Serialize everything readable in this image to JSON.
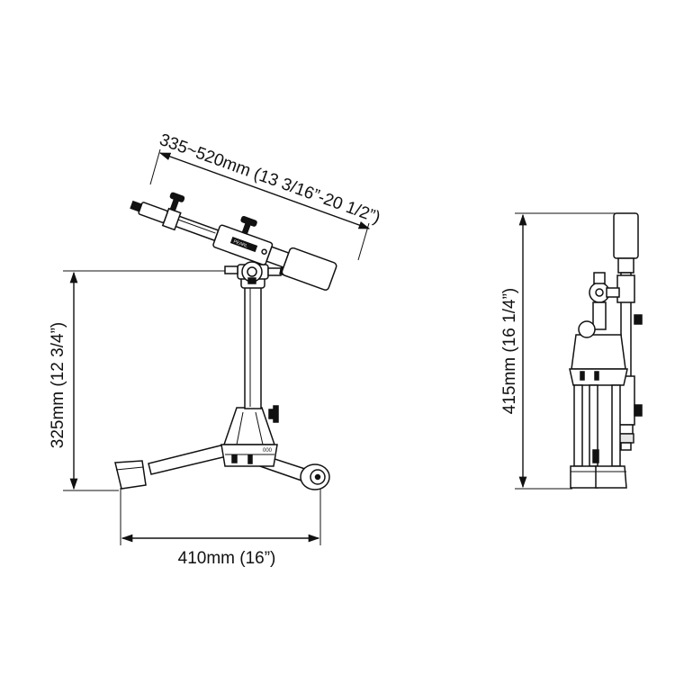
{
  "dimensions": {
    "arm_length": "335~520mm (13 3/16”-20 1/2”)",
    "base_height": "325mm (12 3/4”)",
    "base_width": "410mm (16”)",
    "side_height": "415mm (16 1/4”)"
  },
  "labels": {
    "brand_plate": "PEARL",
    "base_marks": "000"
  },
  "colors": {
    "line": "#111111",
    "background": "#ffffff"
  }
}
